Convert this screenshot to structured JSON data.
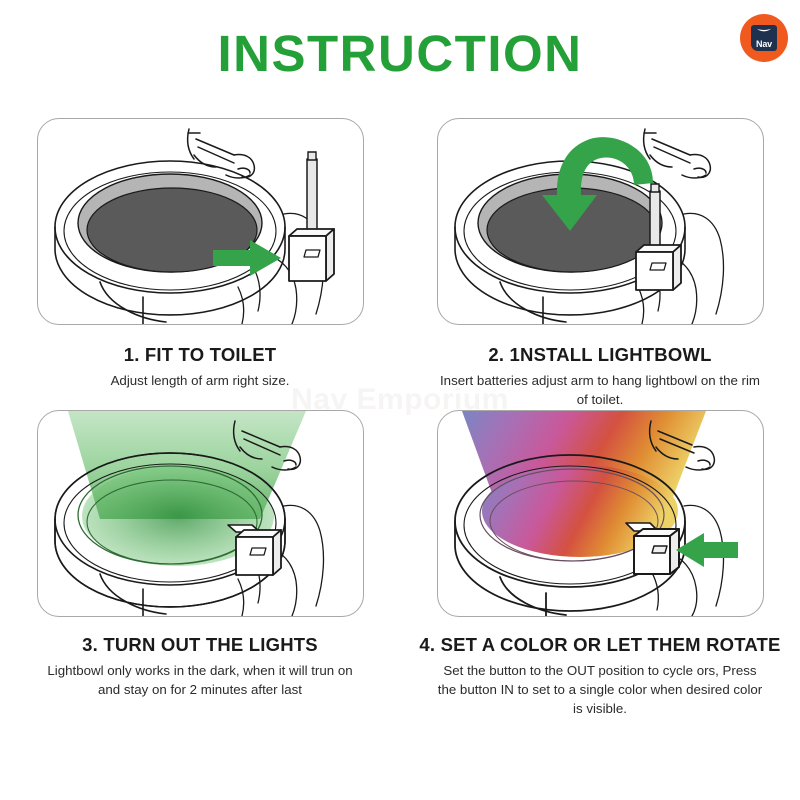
{
  "header": {
    "title": "INSTRUCTION",
    "title_color": "#24A038",
    "logo": {
      "name": "Nav",
      "circle_color": "#F05A1E",
      "mark_color": "#1E3250"
    }
  },
  "watermark": {
    "text": "Nav Emporium"
  },
  "colors": {
    "arrow_green": "#35A349",
    "glow_green": "#57B65B",
    "rim_gray": "#B5B5B5",
    "bowl_gray": "#5A5A5A",
    "outline": "#1A1A1A",
    "panel_border": "#A8A8A8"
  },
  "steps": [
    {
      "number": "1.",
      "title": "1. FIT TO TOILET",
      "description": "Adjust length of arm right size.",
      "illustration": "toilet-with-device-beside-and-left-arrow",
      "arrow": "left-arrow-green"
    },
    {
      "number": "2.",
      "title": "2. 1NSTALL LIGHTBOWL",
      "description": "Insert batteries adjust arm to hang lightbowl on the rim of toilet.",
      "illustration": "toilet-with-device-mounted-and-curved-down-arrow",
      "arrow": "curved-down-arrow-green"
    },
    {
      "number": "3.",
      "title": "3. TURN OUT THE LIGHTS",
      "description": "Lightbowl only works in the dark, when it will trun on and stay on for 2 minutes after last",
      "illustration": "toilet-with-green-light-beam",
      "arrow": "none"
    },
    {
      "number": "4.",
      "title": "4. SET A COLOR OR LET THEM ROTATE",
      "description": "Set the button to the OUT position to cycle ors, Press the button IN to set to a single color when desired color is visible.",
      "illustration": "toilet-with-rainbow-light-beam-and-left-arrow-at-button",
      "arrow": "left-arrow-green"
    }
  ],
  "rainbow_stops": [
    "#7B86C4",
    "#A96FB4",
    "#C9589A",
    "#D45140",
    "#E08E33",
    "#EDD268"
  ]
}
